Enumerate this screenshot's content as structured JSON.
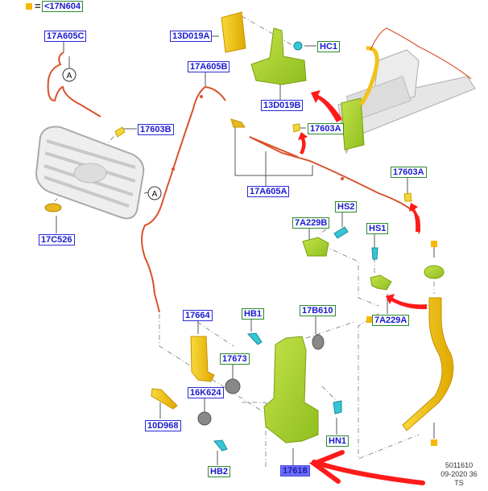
{
  "legend": {
    "equals": "=",
    "ref": "<17N604",
    "marker_color": "#f6b800"
  },
  "labels": {
    "l17A605C": "17A605C",
    "l13D019A": "13D019A",
    "lHC1": "HC1",
    "l13D019B": "13D019B",
    "l17A605B": "17A605B",
    "l17603B": "17603B",
    "l17603A_1": "17603A",
    "l17A605A": "17A605A",
    "l17603A_2": "17603A",
    "l17C526": "17C526",
    "lHS2": "HS2",
    "l7A229B": "7A229B",
    "lHS1": "HS1",
    "l7A229A": "7A229A",
    "l17664": "17664",
    "lHB1": "HB1",
    "l17B610": "17B610",
    "l17673": "17673",
    "l16K624": "16K624",
    "l10D968": "10D968",
    "lHN1": "HN1",
    "lHB2": "HB2",
    "l17618": "17618"
  },
  "callouts": {
    "a1": "A",
    "a2": "A"
  },
  "footer": {
    "line1": "5011610",
    "line2": "09-2020 36",
    "line3": "TS"
  },
  "colors": {
    "label_blue": "#2b2bd6",
    "label_green": "#2e8a2e",
    "highlight": "#6b6bff",
    "wire": "#d9522b",
    "part_green": "#a6d12a",
    "part_yellow": "#f2c21a",
    "clip_cyan": "#36c6d6",
    "arrow_red": "#ff1a1a"
  }
}
